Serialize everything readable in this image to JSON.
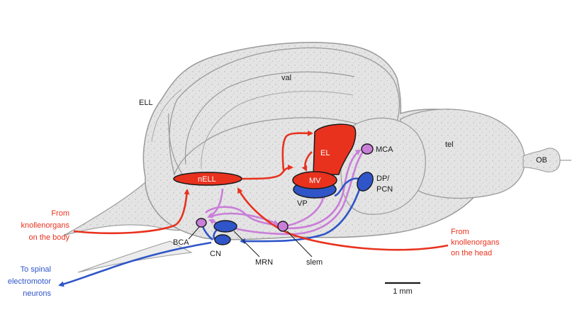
{
  "colors": {
    "sensory_red": "#e8321e",
    "motor_blue": "#2f55c8",
    "relay_violet": "#c97ed8",
    "brain_fill": "#e4e4e4",
    "brain_outline": "#9a9a9a",
    "text": "#1a1a1a"
  },
  "regions": {
    "val": "val",
    "ell": "ELL",
    "tel": "tel",
    "ob": "OB"
  },
  "nuclei": {
    "nell": "nELL",
    "el": "EL",
    "mv": "MV",
    "mca": "MCA",
    "dp_pcn_line1": "DP/",
    "dp_pcn_line2": "PCN",
    "vp": "VP",
    "bca": "BCA",
    "cn": "CN",
    "mrn": "MRN",
    "slem": "slem"
  },
  "inputs": {
    "body": [
      "From",
      "knollenorgans",
      "on the body"
    ],
    "head": [
      "From",
      "knollenorgans",
      "on the head"
    ]
  },
  "output": [
    "To spinal",
    "electromotor",
    "neurons"
  ],
  "scale_bar": {
    "label": "1 mm"
  }
}
